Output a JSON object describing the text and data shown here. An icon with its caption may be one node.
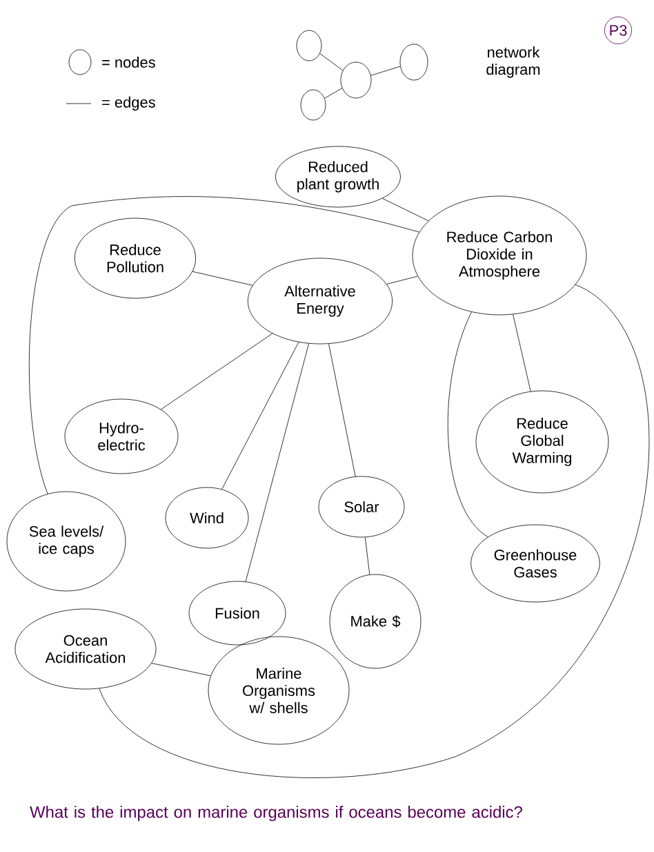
{
  "diagram": {
    "title": "network diagram",
    "caption": "What is the impact on marine organisms if oceans become acidic?",
    "nodes": [
      {
        "text": [],
        "shape": "circle"
      },
      {
        "text": [],
        "shape": "circle"
      },
      {
        "text": [],
        "shape": "circle"
      },
      {
        "text": [],
        "shape": "circle"
      },
      {
        "text": [
          "Reduced plant growth"
        ]
      },
      {
        "text": [
          "Reduce Pollution"
        ]
      },
      {
        "text": [
          "Alternative Energy"
        ]
      },
      {
        "text": [
          "Reduce Carbon Dioxide in Atmosphere"
        ]
      },
      {
        "text": [
          "Hydro-electric"
        ]
      },
      {
        "text": [
          "Reduce Global Warming"
        ]
      },
      {
        "text": [
          "Sea levels/ ice caps"
        ]
      },
      {
        "text": [
          "Wind"
        ]
      },
      {
        "text": [
          "Solar"
        ]
      },
      {
        "text": [
          "Greenhouse Gases"
        ]
      },
      {
        "text": [
          "Fusion"
        ]
      },
      {
        "text": [
          "Make $"
        ]
      },
      {
        "text": [
          "Ocean Acidification"
        ]
      },
      {
        "text": [
          "Marine Organisms w/ shells"
        ]
      }
    ],
    "edges": [
      {
        "from": 0,
        "to": 2,
        "arrow": "none"
      },
      {
        "from": 2,
        "to": 3,
        "arrow": "none"
      },
      {
        "from": 2,
        "to": 1,
        "arrow": "none"
      },
      {
        "from": 4,
        "to": 7,
        "arrow": "none"
      },
      {
        "from": 7,
        "to": 10,
        "arrow": "none"
      },
      {
        "from": 5,
        "to": 6,
        "arrow": "none"
      },
      {
        "from": 6,
        "to": 7,
        "arrow": "none"
      },
      {
        "from": 6,
        "to": 8,
        "arrow": "none"
      },
      {
        "from": 6,
        "to": 11,
        "arrow": "none"
      },
      {
        "from": 6,
        "to": 14,
        "arrow": "none"
      },
      {
        "from": 6,
        "to": 12,
        "arrow": "none"
      },
      {
        "from": 12,
        "to": 15,
        "arrow": "none"
      },
      {
        "from": 7,
        "to": 9,
        "arrow": "none"
      },
      {
        "from": 7,
        "to": 13,
        "arrow": "none"
      },
      {
        "from": 7,
        "to": 16,
        "arrow": "none"
      },
      {
        "from": 16,
        "to": 17,
        "arrow": "none"
      }
    ],
    "labels": [
      "P3"
    ],
    "legend": [
      {
        "text": "= nodes"
      },
      {
        "text": "= edges"
      }
    ]
  }
}
